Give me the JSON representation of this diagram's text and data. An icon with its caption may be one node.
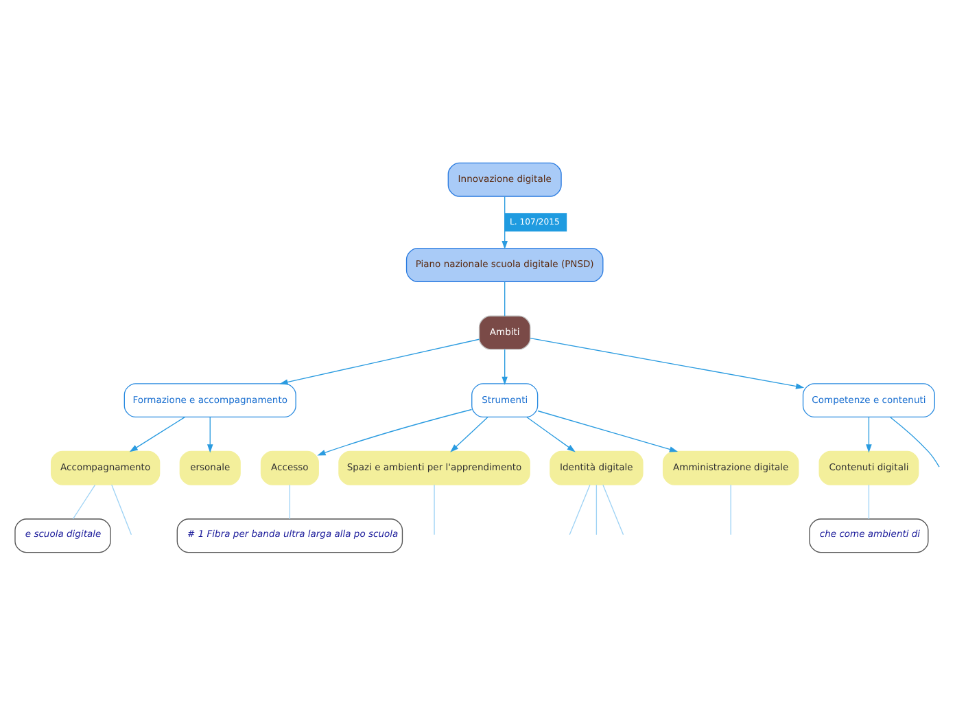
{
  "diagram": {
    "nodes": [
      {
        "text": [
          "Innovazione digitale"
        ]
      },
      {
        "text": [
          "Piano nazionale scuola digitale (PNSD)"
        ]
      },
      {
        "text": [
          "Ambiti"
        ]
      },
      {
        "text": [
          "Formazione e accompagnamento"
        ]
      },
      {
        "text": [
          "Strumenti"
        ]
      },
      {
        "text": [
          "Competenze e contenuti"
        ]
      },
      {
        "text": [
          "Accompagnamento"
        ]
      },
      {
        "text": [
          "e scuola digitale"
        ]
      },
      {
        "text": [
          "ersonale"
        ]
      },
      {
        "text": [
          "Contenuti digitali"
        ]
      },
      {
        "text": [
          "che come ambienti di"
        ]
      },
      {
        "text": [
          "Accesso"
        ]
      },
      {
        "text": [
          "# 1 Fibra per banda ultra larga alla po scuola"
        ]
      },
      {
        "text": [
          "Spazi e ambienti per l'apprendimento"
        ]
      },
      {
        "text": [
          "Identità digitale"
        ]
      },
      {
        "text": [
          "Amministrazione digitale"
        ]
      }
    ],
    "edges": [
      {
        "from": 0,
        "to": 1,
        "arrow": "to",
        "label": "L. 107/2015"
      },
      {
        "from": 1,
        "to": 2,
        "arrow": "none"
      },
      {
        "from": 2,
        "to": 3,
        "arrow": "to"
      },
      {
        "from": 2,
        "to": 4,
        "arrow": "to"
      },
      {
        "from": 2,
        "to": 5,
        "arrow": "to"
      },
      {
        "from": 3,
        "to": 6,
        "arrow": "to"
      },
      {
        "from": 3,
        "to": 8,
        "arrow": "to"
      },
      {
        "from": 5,
        "to": 9,
        "arrow": "to"
      },
      {
        "from": 4,
        "to": 11,
        "arrow": "to"
      },
      {
        "from": 4,
        "to": 13,
        "arrow": "to"
      },
      {
        "from": 4,
        "to": 14,
        "arrow": "to"
      },
      {
        "from": 4,
        "to": 15,
        "arrow": "to"
      },
      {
        "from": 6,
        "to": 7,
        "arrow": "none",
        "color": "#9fd3f5"
      },
      {
        "from": 9,
        "to": 10,
        "arrow": "none",
        "color": "#9fd3f5"
      },
      {
        "from": 11,
        "to": 12,
        "arrow": "none",
        "color": "#9fd3f5"
      },
      {
        "from": 6,
        "to": null,
        "arrow": "none",
        "color": "#9fd3f5"
      },
      {
        "from": 13,
        "to": null,
        "arrow": "none",
        "color": "#9fd3f5"
      },
      {
        "from": 14,
        "to": null,
        "arrow": "none",
        "color": "#9fd3f5"
      },
      {
        "from": 14,
        "to": null,
        "arrow": "none",
        "color": "#9fd3f5"
      },
      {
        "from": 14,
        "to": null,
        "arrow": "none",
        "color": "#9fd3f5"
      },
      {
        "from": 15,
        "to": null,
        "arrow": "none",
        "color": "#9fd3f5"
      },
      {
        "from": 5,
        "to": null,
        "arrow": "none"
      }
    ]
  }
}
